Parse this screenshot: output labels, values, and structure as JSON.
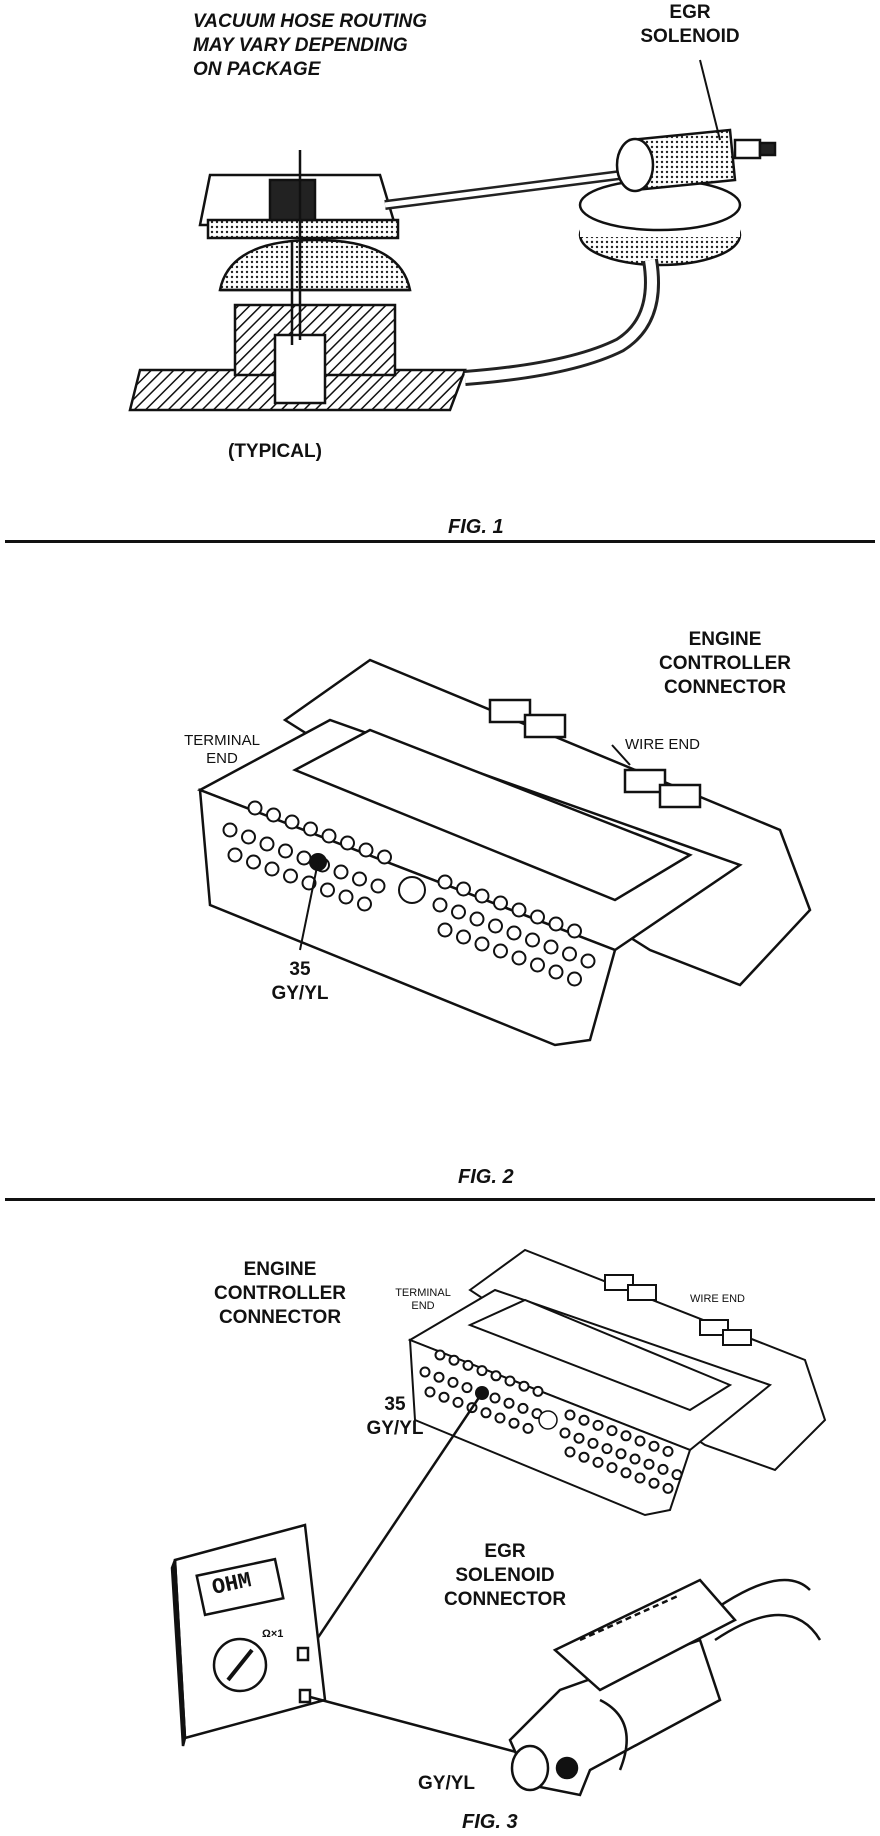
{
  "fig1": {
    "note": "VACUUM HOSE ROUTING\nMAY VARY DEPENDING\nON PACKAGE",
    "egr_solenoid": "EGR\nSOLENOID",
    "typical": "(TYPICAL)",
    "caption": "FIG. 1"
  },
  "fig2": {
    "title": "ENGINE\nCONTROLLER\nCONNECTOR",
    "terminal_end": "TERMINAL\nEND",
    "wire_end": "WIRE END",
    "pin": "35\nGY/YL",
    "caption": "FIG. 2"
  },
  "fig3": {
    "title": "ENGINE\nCONTROLLER\nCONNECTOR",
    "terminal_end": "TERMINAL\nEND",
    "wire_end": "WIRE END",
    "pin": "35\nGY/YL",
    "meter_display": "OHM",
    "meter_range": "Ω×1",
    "egr_connector": "EGR\nSOLENOID\nCONNECTOR",
    "wire_color": "GY/YL",
    "caption": "FIG. 3"
  }
}
